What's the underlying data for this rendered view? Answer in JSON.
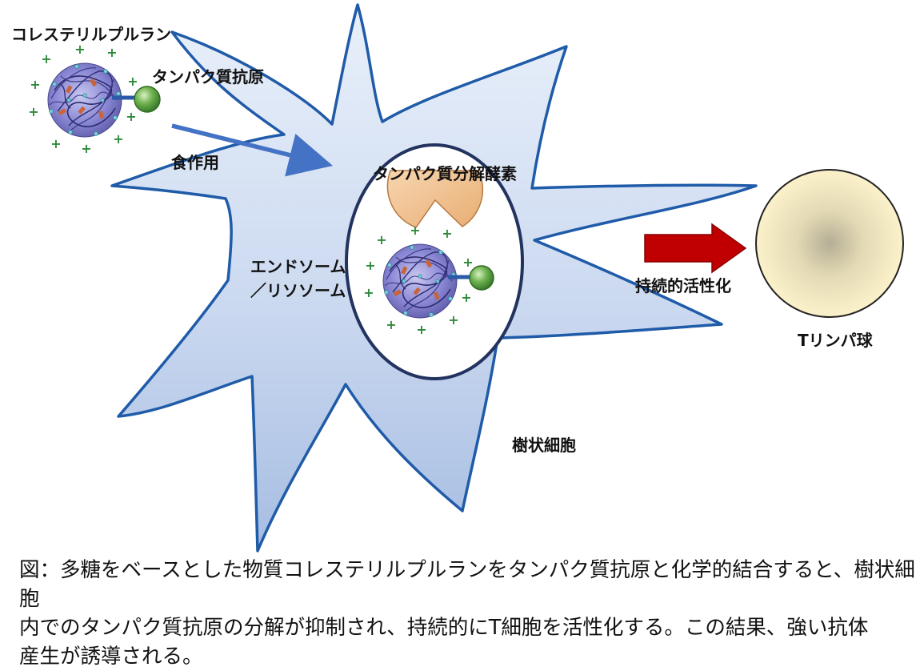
{
  "labels": {
    "cholesteryl_pullulan": "コレステリルプルラン",
    "protein_antigen": "タンパク質抗原",
    "phagocytosis": "食作用",
    "protease": "タンパク質分解酵素",
    "endosome_line1": "エンドソーム",
    "endosome_line2": "／リソソーム",
    "sustained_activation": "持続的活性化",
    "t_lymphocyte": "Tリンパ球",
    "dendritic_cell": "樹状細胞"
  },
  "caption": {
    "line1": "図：多糖をベースとした物質コレステリルプルランをタンパク質抗原と化学的結合すると、樹状細胞",
    "line2": "内でのタンパク質抗原の分解が抑制され、持続的にT細胞を活性化する。この結果、強い抗体",
    "line3": "産生が誘導される。"
  },
  "colors": {
    "cell_fill_top": "#e6eef9",
    "cell_fill_bottom": "#a9bfe3",
    "cell_outline": "#1f5ba8",
    "endosome_outline": "#22335f",
    "phagocytosis_arrow": "#4472c4",
    "activation_arrow": "#c00000",
    "t_cell_fill": "#fbf0c8",
    "t_cell_center": "#b9b39a",
    "protease_fill": "#f3c89b",
    "antigen_green": "#55a041",
    "nanogel_purple": "#7a78c8",
    "plus_green": "#2e8b3a"
  },
  "icons": {
    "nanogel": "nanogel-particle-icon",
    "antigen": "protein-antigen-sphere-icon",
    "protease": "pacman-enzyme-icon"
  }
}
